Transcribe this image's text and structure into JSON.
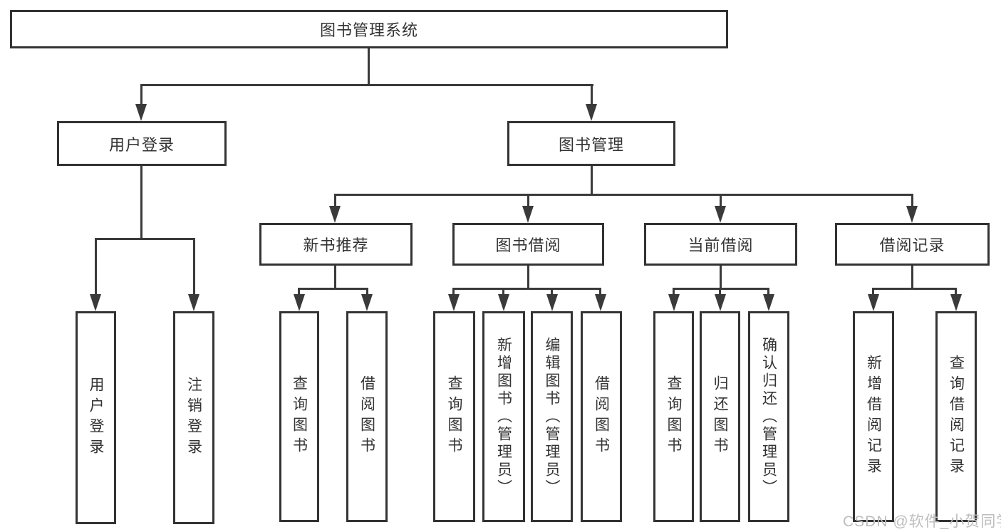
{
  "nodes": {
    "root": "图书管理系统",
    "user_login": "用户登录",
    "book_mgmt": "图书管理",
    "new_book_rec": "新书推荐",
    "book_borrow": "图书借阅",
    "current_borrow": "当前借阅",
    "borrow_record": "借阅记录",
    "ul_login": "用户登录",
    "ul_logout": "注销登录",
    "nbr_query": "查询图书",
    "nbr_borrow": "借阅图书",
    "bb_query": "查询图书",
    "bb_add": "新增图书（管理员）",
    "bb_edit": "编辑图书（管理员）",
    "bb_borrow": "借阅图书",
    "cb_query": "查询图书",
    "cb_return": "归还图书",
    "cb_confirm": "确认归还（管理员）",
    "br_add": "新增借阅记录",
    "br_query": "查询借阅记录"
  },
  "watermark": "CSDN @软件_小贺同学",
  "colors": {
    "line": "#3a3a3a",
    "border": "#333333",
    "text": "#333333",
    "watermark": "#bdbdbd",
    "background": "#ffffff"
  }
}
